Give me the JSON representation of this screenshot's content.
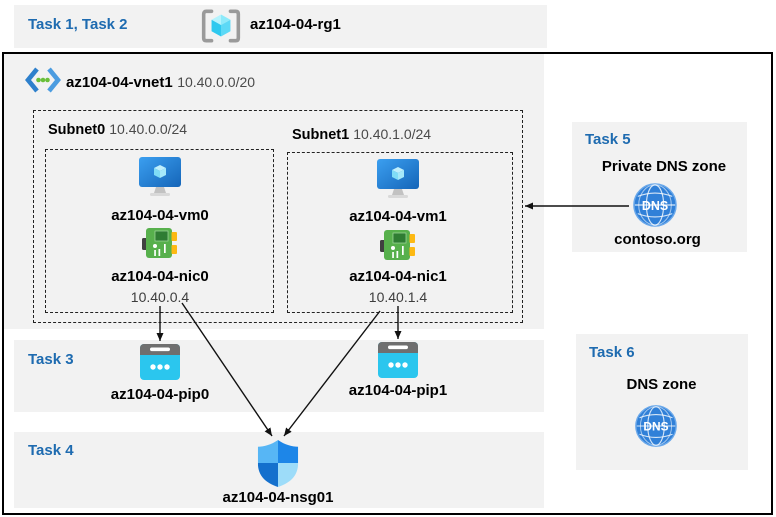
{
  "header": {
    "task_label": "Task 1, Task 2",
    "rg_name": "az104-04-rg1"
  },
  "vnet": {
    "name": "az104-04-vnet1",
    "cidr": "10.40.0.0/20"
  },
  "subnets": [
    {
      "name": "Subnet0",
      "cidr": "10.40.0.0/24",
      "vm": "az104-04-vm0",
      "nic": "az104-04-nic0",
      "ip": "10.40.0.4"
    },
    {
      "name": "Subnet1",
      "cidr": "10.40.1.0/24",
      "vm": "az104-04-vm1",
      "nic": "az104-04-nic1",
      "ip": "10.40.1.4"
    }
  ],
  "task3": {
    "label": "Task 3",
    "pip0": "az104-04-pip0",
    "pip1": "az104-04-pip1"
  },
  "task4": {
    "label": "Task 4",
    "nsg": "az104-04-nsg01"
  },
  "task5": {
    "label": "Task 5",
    "title": "Private DNS zone",
    "dns_text": "DNS",
    "zone": "contoso.org"
  },
  "task6": {
    "label": "Task 6",
    "title": "DNS zone",
    "dns_text": "DNS"
  },
  "colors": {
    "task_label_blue": "#1e6bb0",
    "panel_gray": "#f2f2f2",
    "arrow_black": "#111111",
    "dns_blue": "#3080d8",
    "pip_cyan": "#2bc6ee",
    "nic_green": "#57b04c",
    "vm_blue": "#1f7ad0",
    "rg_cube_cyan": "#5cd9f6"
  }
}
